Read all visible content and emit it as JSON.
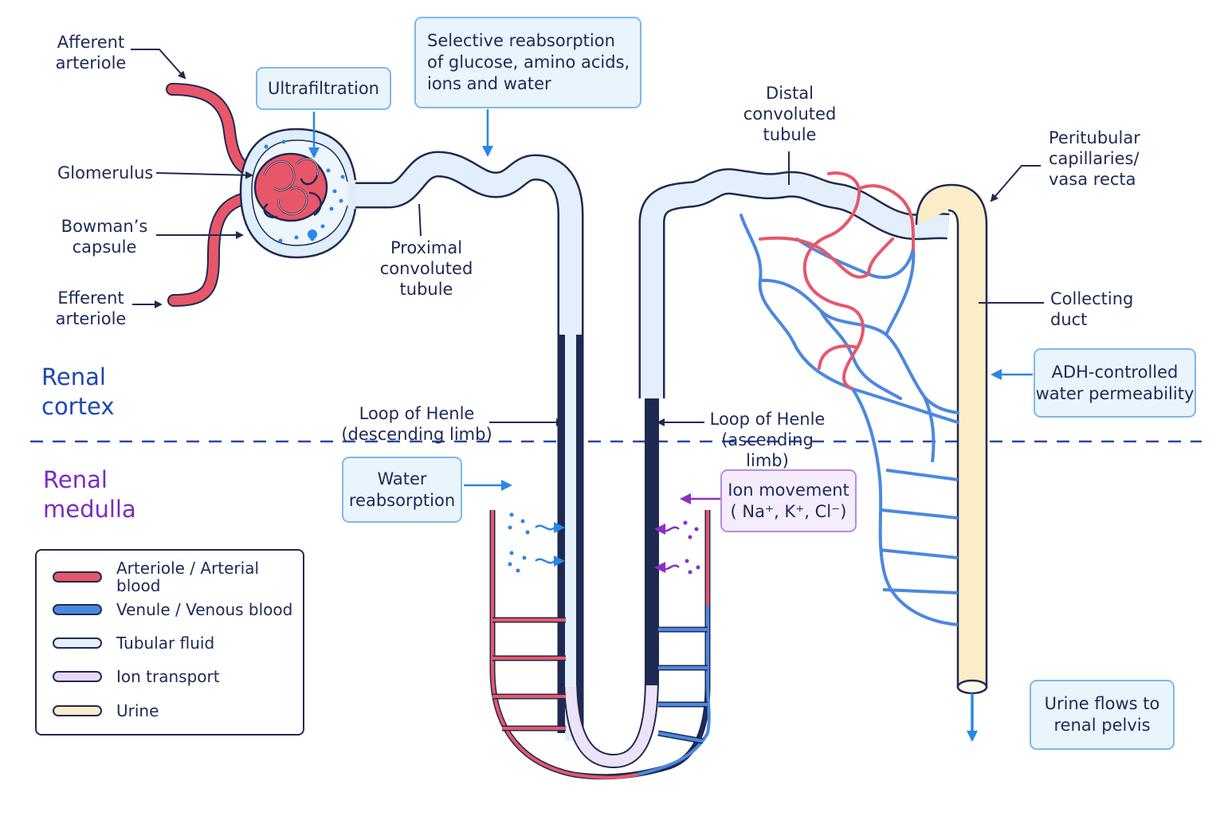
{
  "colors": {
    "arterial": "#e8566a",
    "venous": "#4b88df",
    "tubular_fluid": "#e3f0fb",
    "ion_transport": "#e7d8f6",
    "urine": "#fbedc7",
    "outline": "#1f2a52",
    "arrow_blue": "#2b86e6",
    "arrow_purple": "#8a2fc8",
    "cortex_text": "#1c47b3",
    "medulla_text": "#7a2bc4",
    "divider": "#2449b0"
  },
  "regions": {
    "cortex": "Renal\ncortex",
    "medulla": "Renal\nmedulla"
  },
  "labels": {
    "afferent": "Afferent\narteriole",
    "glomerulus": "Glomerulus",
    "bowmans": "Bowman’s\ncapsule",
    "efferent": "Efferent\narteriole",
    "proximal": "Proximal\nconvoluted\ntubule",
    "distal": "Distal\nconvoluted\ntubule",
    "peritubular": "Peritubular\ncapillaries/\nvasa recta",
    "collecting": "Collecting\nduct",
    "loop_desc": "Loop of Henle\n(descending limb)",
    "loop_asc": "Loop of Henle\n(ascending limb)"
  },
  "callouts": {
    "ultrafiltration": "Ultrafiltration",
    "selective": "Selective reabsorption\nof glucose, amino acids,\nions and water",
    "adh": "ADH-controlled\nwater permeability",
    "water": "Water\nreabsorption",
    "ion": "Ion movement\n( Na⁺, K⁺, Cl⁻)",
    "urine": "Urine flows to\nrenal pelvis"
  },
  "legend": [
    {
      "label": "Arteriole / Arterial blood",
      "icon": "arterial-swatch"
    },
    {
      "label": "Venule / Venous blood",
      "icon": "venous-swatch"
    },
    {
      "label": "Tubular fluid",
      "icon": "tubular-fluid-swatch"
    },
    {
      "label": "Ion transport",
      "icon": "ion-transport-swatch"
    },
    {
      "label": "Urine",
      "icon": "urine-swatch"
    }
  ]
}
